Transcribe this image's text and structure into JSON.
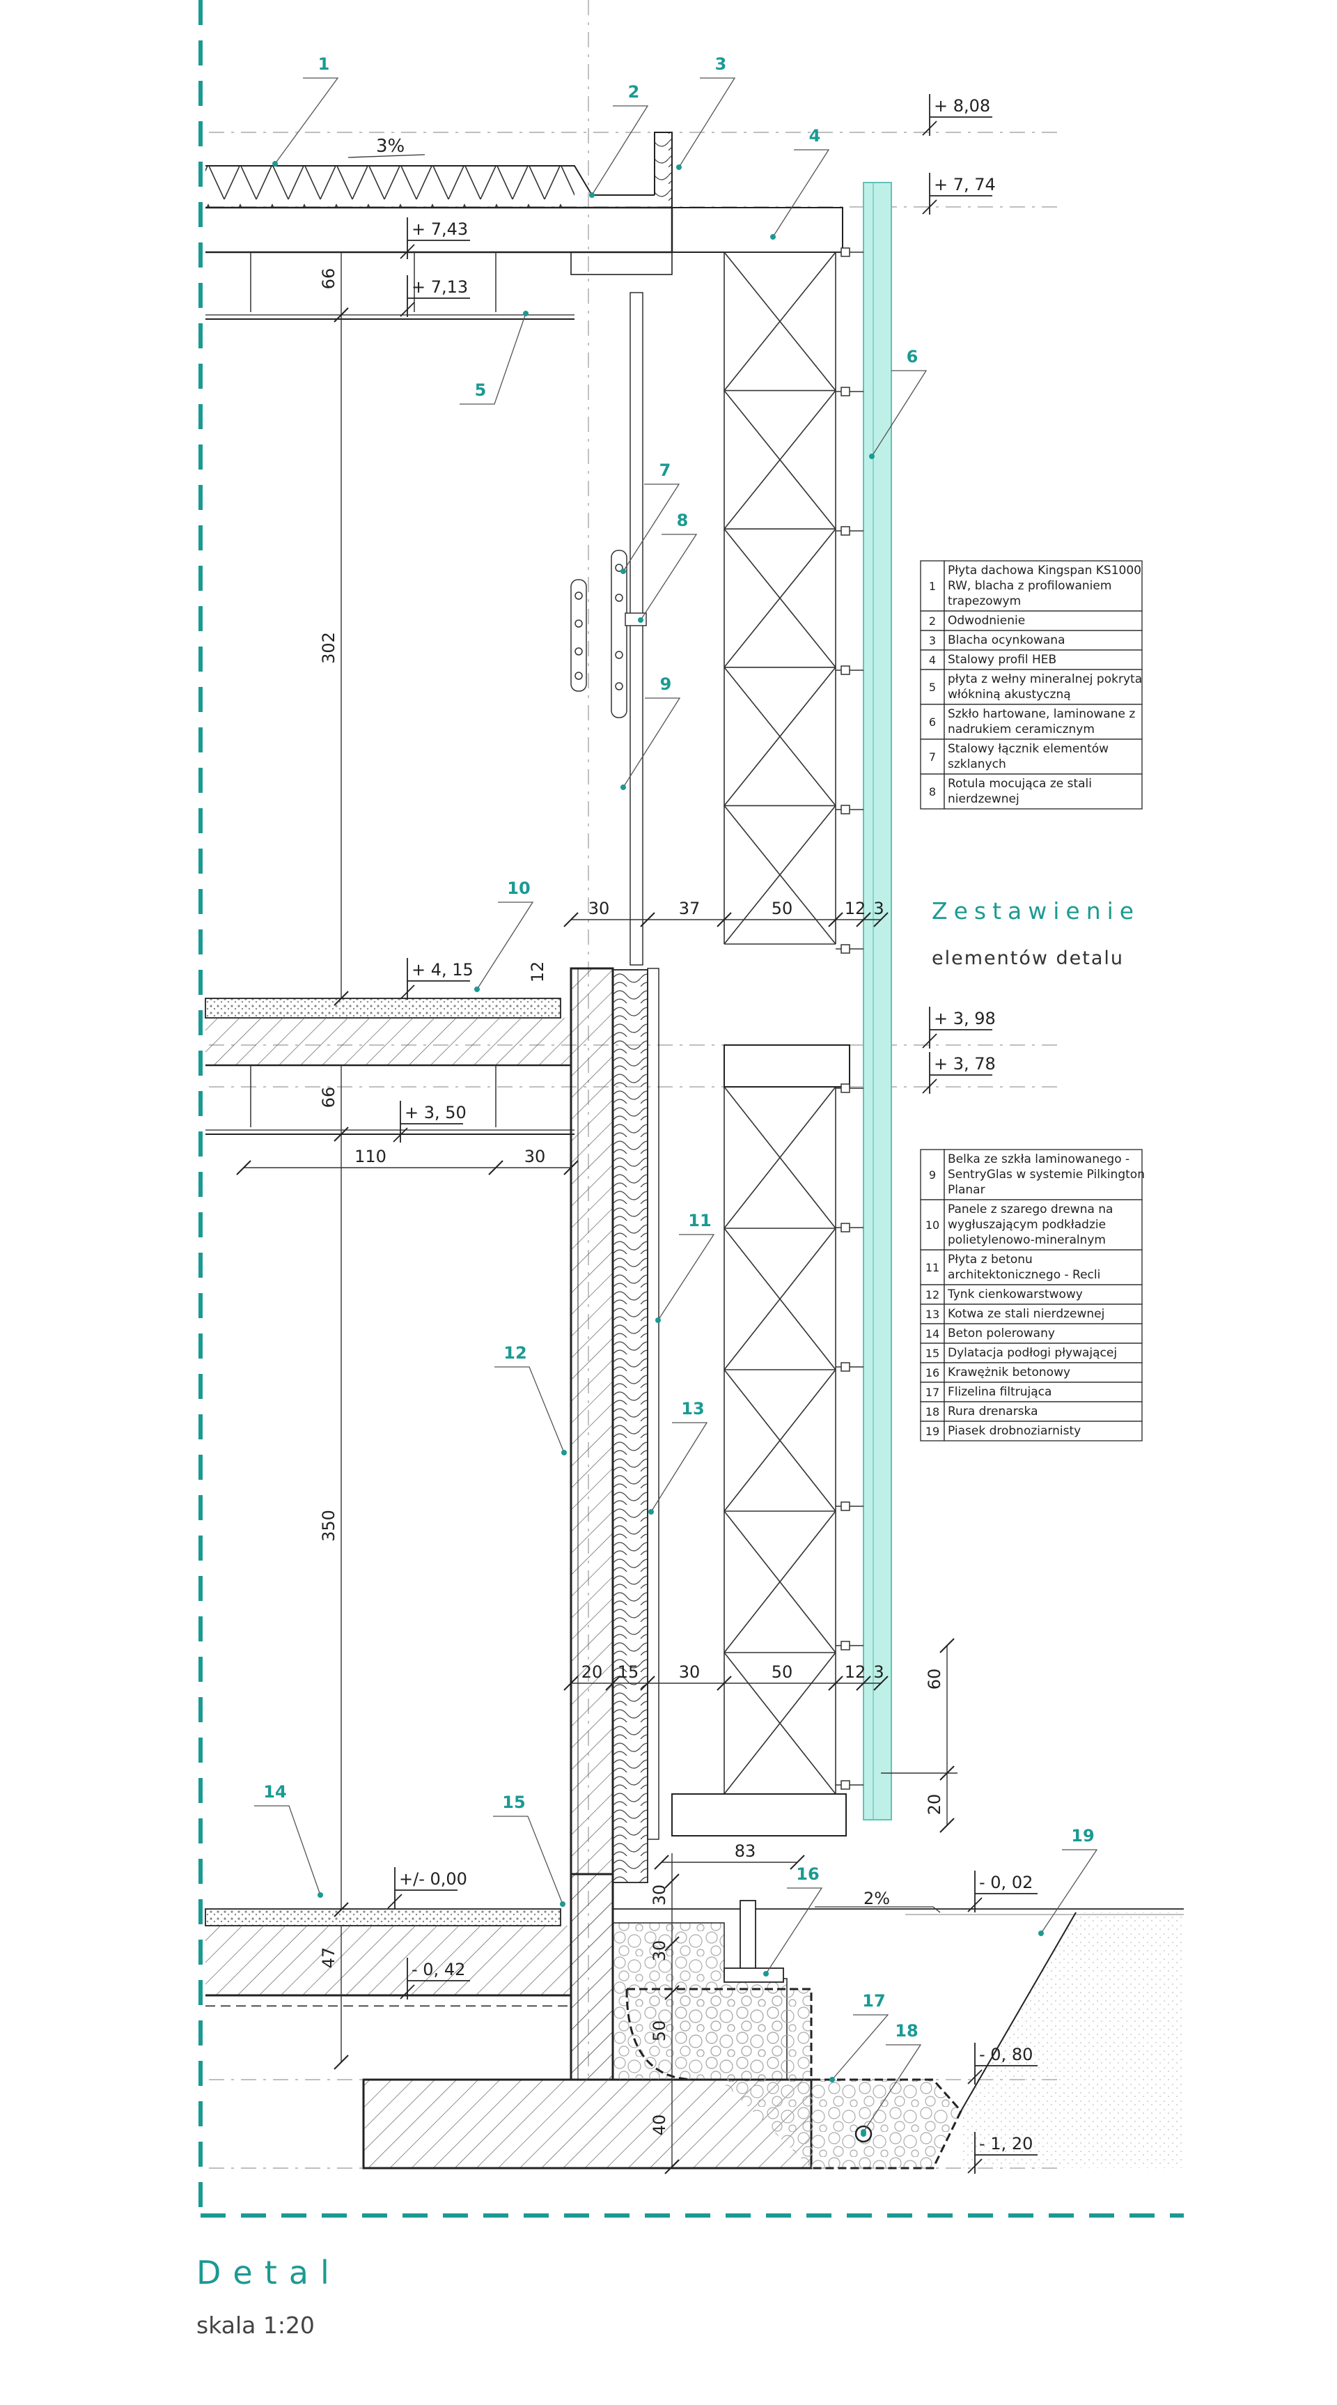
{
  "colors": {
    "accent": "#1b9a93",
    "line": "#222222",
    "glass": "#bff0e8"
  },
  "callouts": [
    "1",
    "2",
    "3",
    "4",
    "5",
    "6",
    "7",
    "8",
    "9",
    "10",
    "11",
    "12",
    "13",
    "14",
    "15",
    "16",
    "17",
    "18",
    "19"
  ],
  "levels": [
    "+ 8,08",
    "+ 7, 74",
    "+ 7,43",
    "+ 7,13",
    "+ 4, 15",
    "+ 3, 98",
    "+ 3, 78",
    "+ 3, 50",
    "+/- 0,00",
    "- 0, 02",
    "- 0, 42",
    "- 0, 80",
    "- 1, 20"
  ],
  "dimensions": {
    "roof_slab": "66",
    "upper_height": "302",
    "upper_row": [
      "30",
      "37",
      "50",
      "12",
      "3"
    ],
    "upper_12": "12",
    "mid_slab": "66",
    "mid_row": [
      "110",
      "30"
    ],
    "lower_height": "350",
    "lower_row": [
      "20",
      "15",
      "30",
      "50",
      "12",
      "3"
    ],
    "right_60": "60",
    "right_20": "20",
    "base_83": "83",
    "base_30a": "30",
    "base_30b": "30",
    "base_50": "50",
    "base_40": "40",
    "floor_47": "47"
  },
  "slopes": {
    "roof": "3%",
    "ground": "2%"
  },
  "legend_1": [
    {
      "no": "1",
      "text": [
        "Płyta dachowa Kingspan KS1000",
        "RW, blacha z profilowaniem",
        "trapezowym"
      ]
    },
    {
      "no": "2",
      "text": [
        "Odwodnienie"
      ]
    },
    {
      "no": "3",
      "text": [
        "Blacha ocynkowana"
      ]
    },
    {
      "no": "4",
      "text": [
        "Stalowy profil HEB"
      ]
    },
    {
      "no": "5",
      "text": [
        "płyta z wełny mineralnej pokryta",
        "włókniną akustyczną"
      ]
    },
    {
      "no": "6",
      "text": [
        "Szkło hartowane, laminowane z",
        "nadrukiem ceramicznym"
      ]
    },
    {
      "no": "7",
      "text": [
        "Stalowy łącznik elementów",
        "szklanych"
      ]
    },
    {
      "no": "8",
      "text": [
        "Rotula mocująca ze stali",
        "nierdzewnej"
      ]
    }
  ],
  "legend_2": [
    {
      "no": "9",
      "text": [
        "Belka ze szkła laminowanego -",
        "SentryGlas w systemie Pilkington",
        "Planar"
      ]
    },
    {
      "no": "10",
      "text": [
        "Panele z szarego drewna na",
        "wygłuszającym podkładzie",
        "polietylenowo-mineralnym"
      ]
    },
    {
      "no": "11",
      "text": [
        "Płyta z betonu",
        "architektonicznego - Recli"
      ]
    },
    {
      "no": "12",
      "text": [
        "Tynk cienkowarstwowy"
      ]
    },
    {
      "no": "13",
      "text": [
        "Kotwa ze stali nierdzewnej"
      ]
    },
    {
      "no": "14",
      "text": [
        "Beton polerowany"
      ]
    },
    {
      "no": "15",
      "text": [
        "Dylatacja podłogi pływającej"
      ]
    },
    {
      "no": "16",
      "text": [
        "Krawężnik betonowy"
      ]
    },
    {
      "no": "17",
      "text": [
        "Flizelina filtrująca"
      ]
    },
    {
      "no": "18",
      "text": [
        "Rura drenarska"
      ]
    },
    {
      "no": "19",
      "text": [
        "Piasek drobnoziarnisty"
      ]
    }
  ],
  "zestawienie": {
    "title": "Zestawienie",
    "subtitle": "elementów detalu"
  },
  "detail": {
    "title": "Detal",
    "scale": "skala 1:20"
  }
}
